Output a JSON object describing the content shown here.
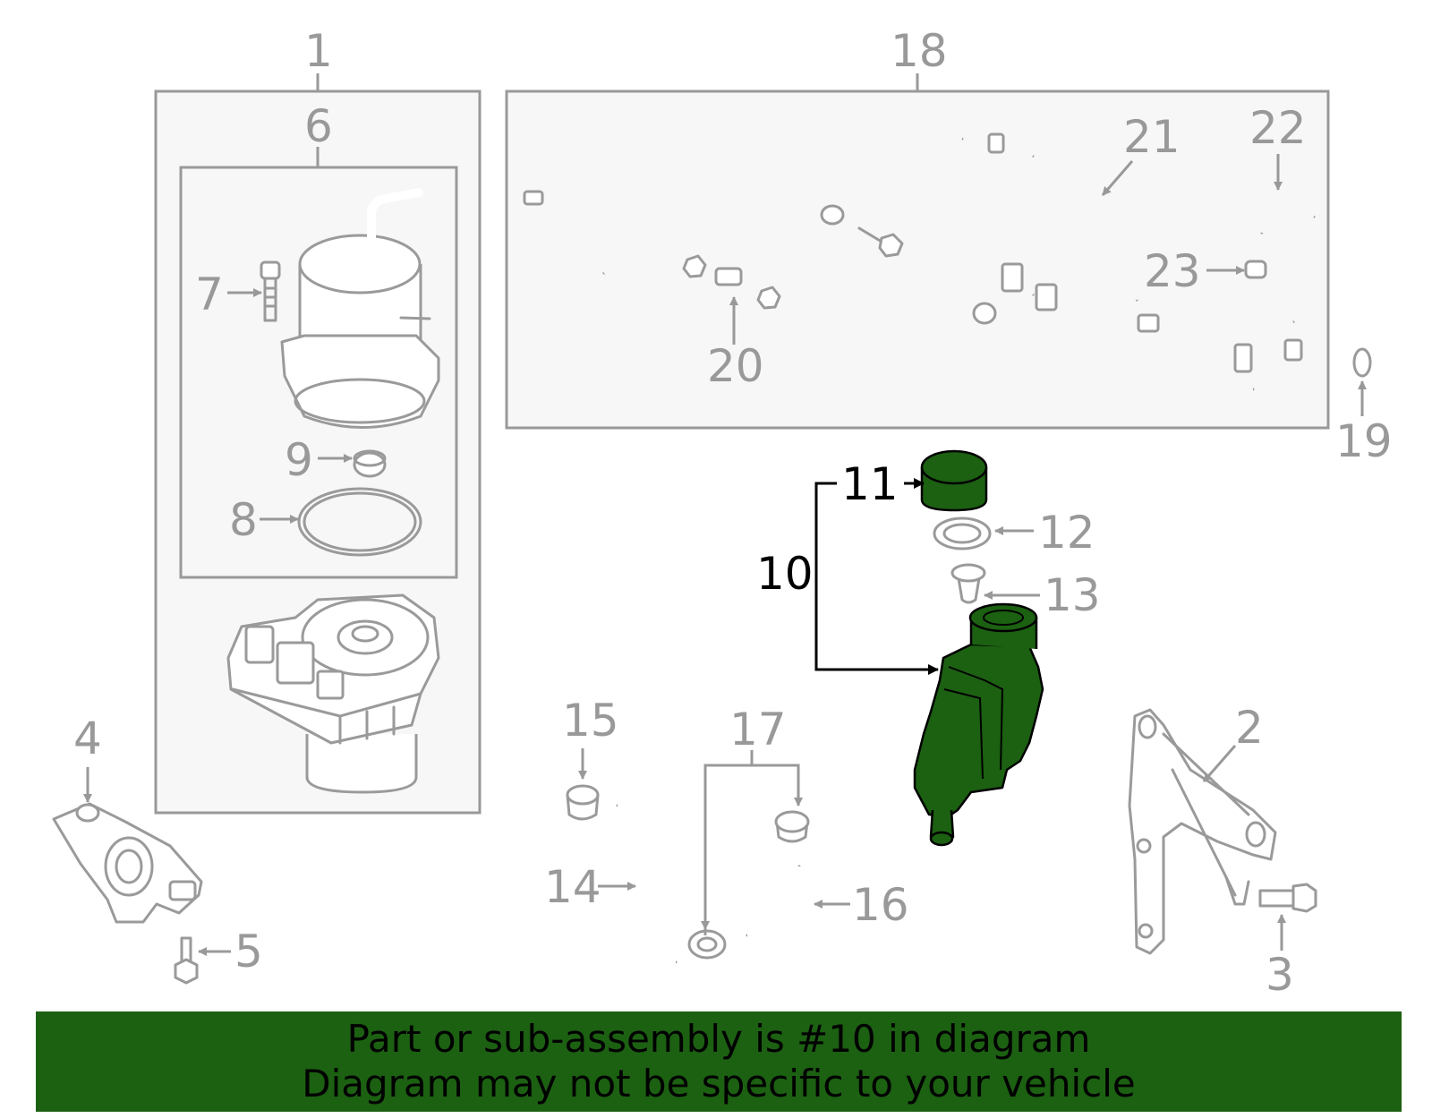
{
  "callouts": {
    "c1": "1",
    "c2": "2",
    "c3": "3",
    "c4": "4",
    "c5": "5",
    "c6": "6",
    "c7": "7",
    "c8": "8",
    "c9": "9",
    "c10": "10",
    "c11": "11",
    "c12": "12",
    "c13": "13",
    "c14": "14",
    "c15": "15",
    "c16": "16",
    "c17": "17",
    "c18": "18",
    "c19": "19",
    "c20": "20",
    "c21": "21",
    "c22": "22",
    "c23": "23"
  },
  "highlight_color": "#1c6012",
  "banner": {
    "line1": "Part or sub-assembly is #10 in diagram",
    "line2": "Diagram may not be specific to your vehicle"
  }
}
